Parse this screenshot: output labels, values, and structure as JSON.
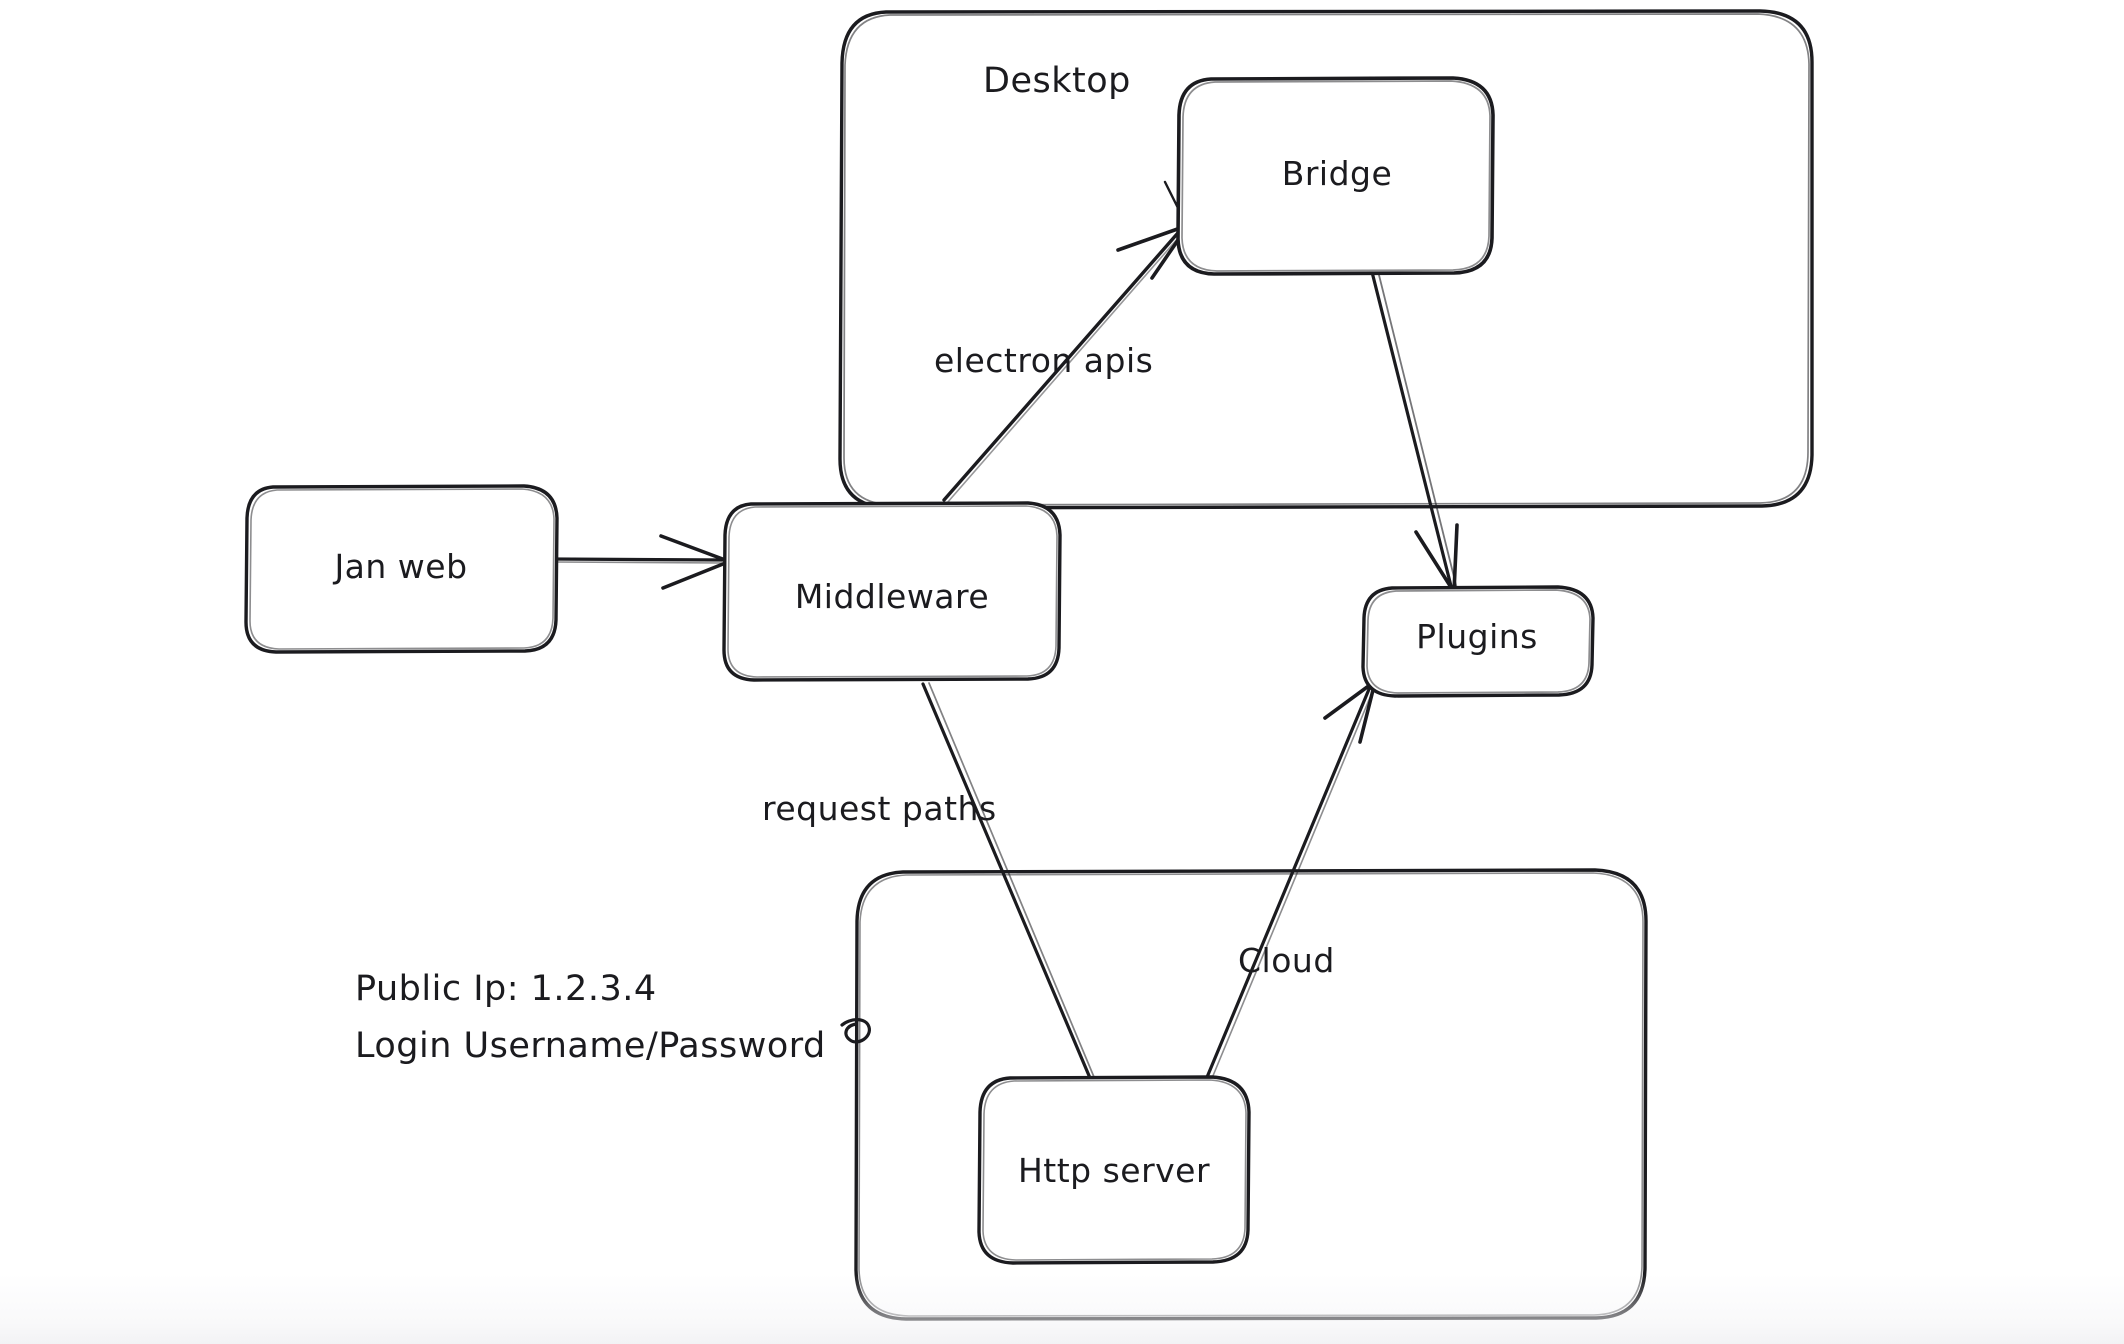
{
  "diagram": {
    "title_hidden": "Jan architecture sketch",
    "style": "hand-drawn",
    "stroke_color": "#1b1b1f",
    "background_color": "#ffffff",
    "containers": [
      {
        "id": "desktop",
        "label": "Desktop"
      },
      {
        "id": "cloud",
        "label": "Cloud"
      }
    ],
    "nodes": [
      {
        "id": "jan-web",
        "label": "Jan web"
      },
      {
        "id": "middleware",
        "label": "Middleware"
      },
      {
        "id": "bridge",
        "label": "Bridge"
      },
      {
        "id": "plugins",
        "label": "Plugins"
      },
      {
        "id": "http-server",
        "label": "Http server"
      }
    ],
    "edges": [
      {
        "id": "janweb-to-middleware",
        "from": "jan-web",
        "to": "middleware",
        "label": "",
        "arrow": true
      },
      {
        "id": "middleware-to-bridge",
        "from": "middleware",
        "to": "bridge",
        "label": "electron apis",
        "arrow": true
      },
      {
        "id": "bridge-to-plugins",
        "from": "bridge",
        "to": "plugins",
        "label": "",
        "arrow": true
      },
      {
        "id": "middleware-to-httpserver",
        "from": "middleware",
        "to": "http-server",
        "label": "request paths",
        "arrow": false
      },
      {
        "id": "httpserver-to-plugins",
        "from": "http-server",
        "to": "plugins",
        "label": "",
        "arrow": true
      }
    ],
    "notes": [
      {
        "id": "public-ip",
        "text": "Public Ip: 1.2.3.4"
      },
      {
        "id": "login-credentials",
        "text": "Login Username/Password"
      }
    ]
  }
}
